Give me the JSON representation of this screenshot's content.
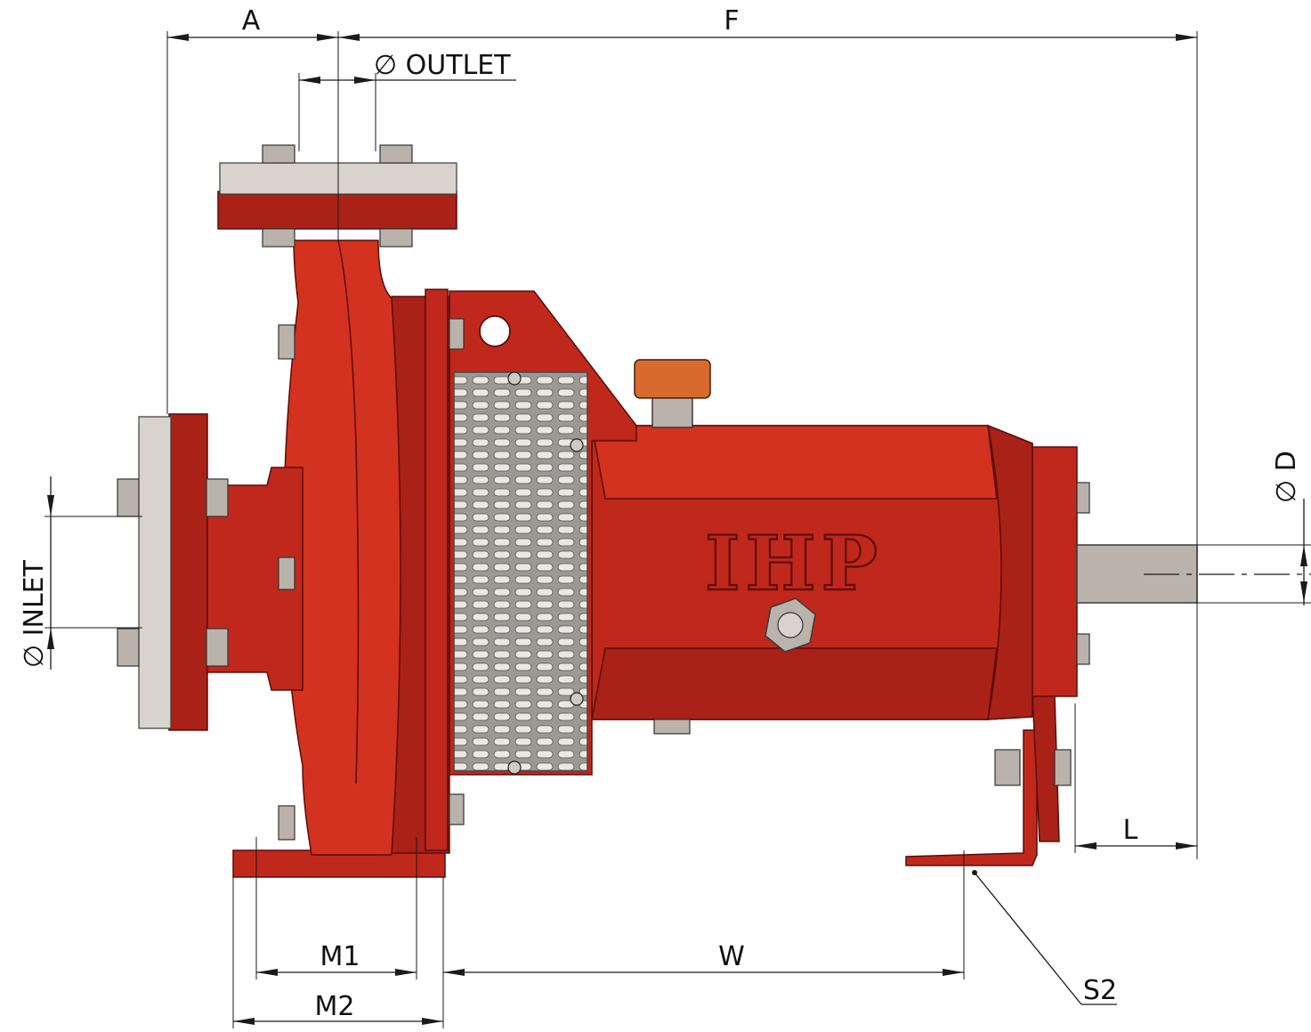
{
  "dimensions": {
    "a": "A",
    "f": "F",
    "outlet": "∅ OUTLET",
    "inlet": "∅ INLET",
    "d": "∅ D",
    "l": "L",
    "m1": "M1",
    "m2": "M2",
    "w": "W",
    "s2": "S2"
  },
  "pump": {
    "brand_text": "IHP"
  },
  "colors": {
    "pump_red": "#c0281c",
    "steel": "#b9b3ac",
    "vent_orange": "#d86a2e"
  }
}
